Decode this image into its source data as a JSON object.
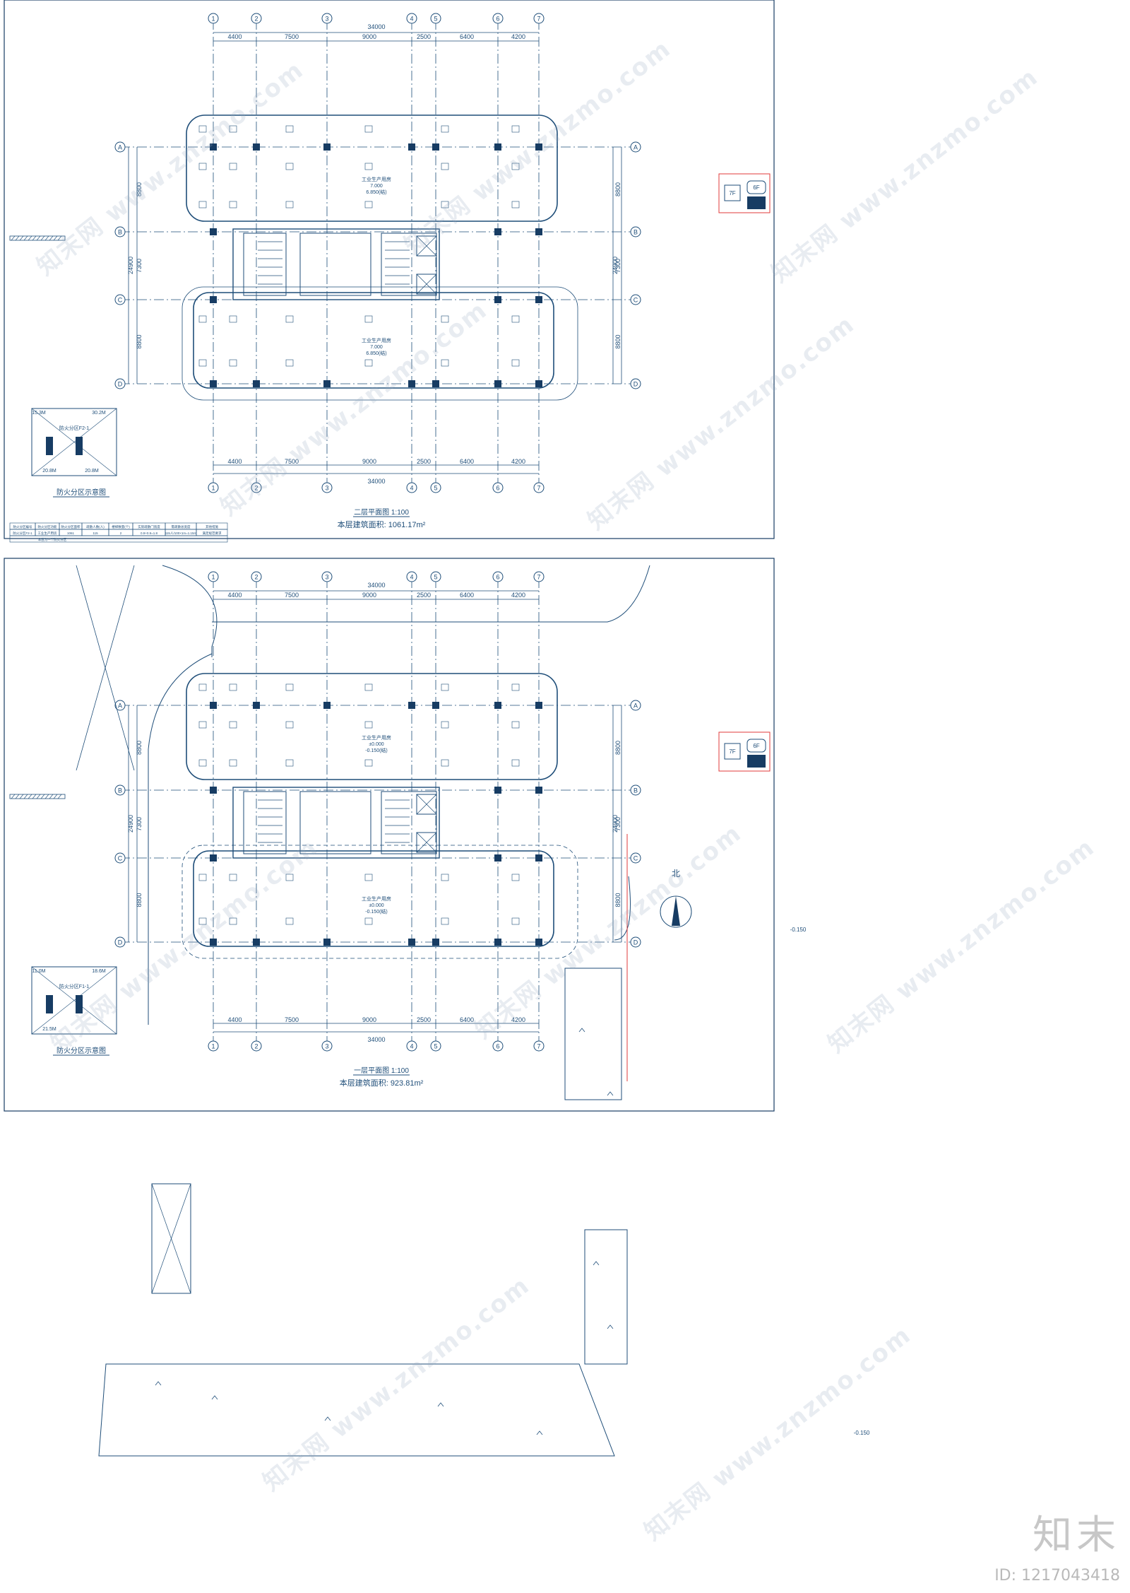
{
  "plans": [
    {
      "title": "二层平面图",
      "scale": "1:100",
      "area_label": "本层建筑面积: 1061.17m²",
      "overall_dim": "34000",
      "col_dims": [
        "4400",
        "7500",
        "9000",
        "2500",
        "6400",
        "4200"
      ],
      "row_dims": [
        "8800",
        "7300",
        "8800"
      ],
      "row_total": "24900",
      "room_labels": [
        "工业生产用房",
        "7.000",
        "6.850(结)"
      ],
      "fire_title": "防火分区示意图",
      "fire_zone": "防火分区F2-1",
      "fire_dims": [
        "15.3M",
        "30.2M",
        "20.8M",
        "20.8M"
      ]
    },
    {
      "title": "一层平面图",
      "scale": "1:100",
      "area_label": "本层建筑面积: 923.81m²",
      "overall_dim": "34000",
      "col_dims": [
        "4400",
        "7500",
        "9000",
        "2500",
        "6400",
        "4200"
      ],
      "row_dims": [
        "8800",
        "7300",
        "8800"
      ],
      "row_total": "24900",
      "room_labels": [
        "工业生产用房",
        "±0.000",
        "-0.150(结)"
      ],
      "fire_title": "防火分区示意图",
      "fire_zone": "防火分区F1-1",
      "fire_dims": [
        "11.0M",
        "18.6M",
        "21.5M"
      ],
      "north": "北",
      "levels": [
        "-0.150",
        "-0.150"
      ]
    }
  ],
  "table": {
    "headers": [
      "防火分区编号",
      "防火分区功能",
      "防火分区面积",
      "疏散人数(人)",
      "楼梯数量(个)",
      "实际疏散门宽度",
      "需疏散总宽度",
      "其他措施"
    ],
    "row": [
      "防火分区F2-1",
      "工业生产用房",
      "1061",
      "115",
      "2",
      "0.9+0.9=1.8",
      "115人/100×1m=1.15m",
      "满足规范要求"
    ],
    "note": "本层为一个防火分区"
  },
  "key_labels": [
    "7F",
    "6F"
  ],
  "watermark": "知末网 www.znzmo.com",
  "brand": "知末",
  "image_id": "ID: 1217043418",
  "colors": {
    "line": "#1f4e79",
    "dark": "#173c63",
    "red": "#e23b3b",
    "bg": "#ffffff"
  }
}
